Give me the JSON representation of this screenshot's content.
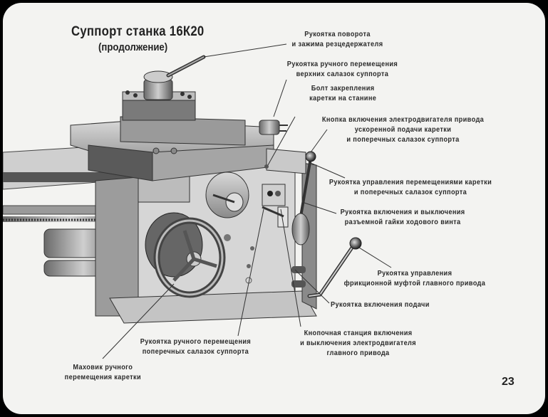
{
  "slide": {
    "title": "Суппорт станка 16К20",
    "subtitle": "(продолжение)",
    "page_number": "23"
  },
  "labels": [
    {
      "id": "toolpost-handle",
      "lines": [
        "Рукоятка поворота",
        "и зажима резцедержателя"
      ]
    },
    {
      "id": "upper-slide-handle",
      "lines": [
        "Рукоятка ручного перемещения",
        "верхних салазок суппорта"
      ]
    },
    {
      "id": "carriage-lock-bolt",
      "lines": [
        "Болт закрепления",
        "каретки на станине"
      ]
    },
    {
      "id": "rapid-feed-button",
      "lines": [
        "Кнопка включения электродвигателя привода",
        "ускоренной подачи каретки",
        "и поперечных салазок суппорта"
      ]
    },
    {
      "id": "carriage-control-handle",
      "lines": [
        "Рукоятка управления перемещениями каретки",
        "и поперечных салазок суппорта"
      ]
    },
    {
      "id": "split-nut-handle",
      "lines": [
        "Рукоятка включения и выключения",
        "разъемной гайки ходового винта"
      ]
    },
    {
      "id": "friction-clutch-handle",
      "lines": [
        "Рукоятка управления",
        "фрикционной муфтой главного привода"
      ]
    },
    {
      "id": "feed-engage-handle",
      "lines": [
        "Рукоятка включения подачи"
      ]
    },
    {
      "id": "button-station",
      "lines": [
        "Кнопочная станция включения",
        "и выключения электродвигателя",
        "главного привода"
      ]
    },
    {
      "id": "cross-slide-handle",
      "lines": [
        "Рукоятка ручного перемещения",
        "поперечных салазок суппорта"
      ]
    },
    {
      "id": "carriage-handwheel",
      "lines": [
        "Маховик ручного",
        "перемещения каретки"
      ]
    }
  ]
}
